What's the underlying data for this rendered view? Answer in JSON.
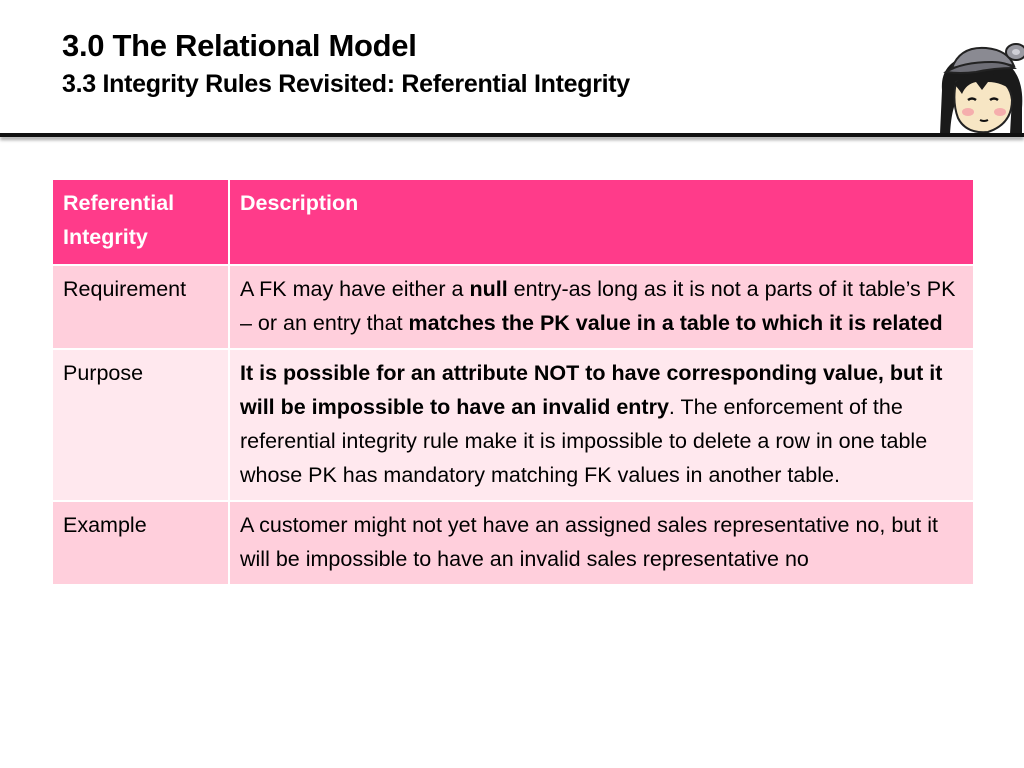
{
  "slide": {
    "title": "3.0 The Relational Model",
    "subtitle": "3.3 Integrity Rules Revisited: Referential Integrity"
  },
  "colors": {
    "header_fill": "#ff3b8a",
    "row_dark": "#ffcfdc",
    "row_light": "#ffe8ee",
    "rule": "#111111"
  },
  "mascot": {
    "icon": "cartoon-girl-with-cap-icon"
  },
  "table": {
    "headers": [
      "Referential Integrity",
      "Description"
    ],
    "rows": [
      {
        "label": "Requirement",
        "parts": [
          {
            "text": "A FK may have either a ",
            "bold": false
          },
          {
            "text": "null",
            "bold": true
          },
          {
            "text": " entry-as long as it is not a parts of it table’s PK – or an entry that ",
            "bold": false
          },
          {
            "text": "matches the PK value in a table to which it is related",
            "bold": true
          }
        ]
      },
      {
        "label": "Purpose",
        "parts": [
          {
            "text": "It is possible for an attribute NOT to have corresponding value, but it will be impossible to have an invalid entry",
            "bold": true
          },
          {
            "text": ". The enforcement of the referential integrity rule make it is impossible to delete a row in one table whose PK has mandatory matching FK values in another table.",
            "bold": false
          }
        ]
      },
      {
        "label": "Example",
        "parts": [
          {
            "text": "A customer might not yet have an assigned sales representative no, but it will be impossible to have an invalid sales representative no",
            "bold": false
          }
        ]
      }
    ]
  }
}
